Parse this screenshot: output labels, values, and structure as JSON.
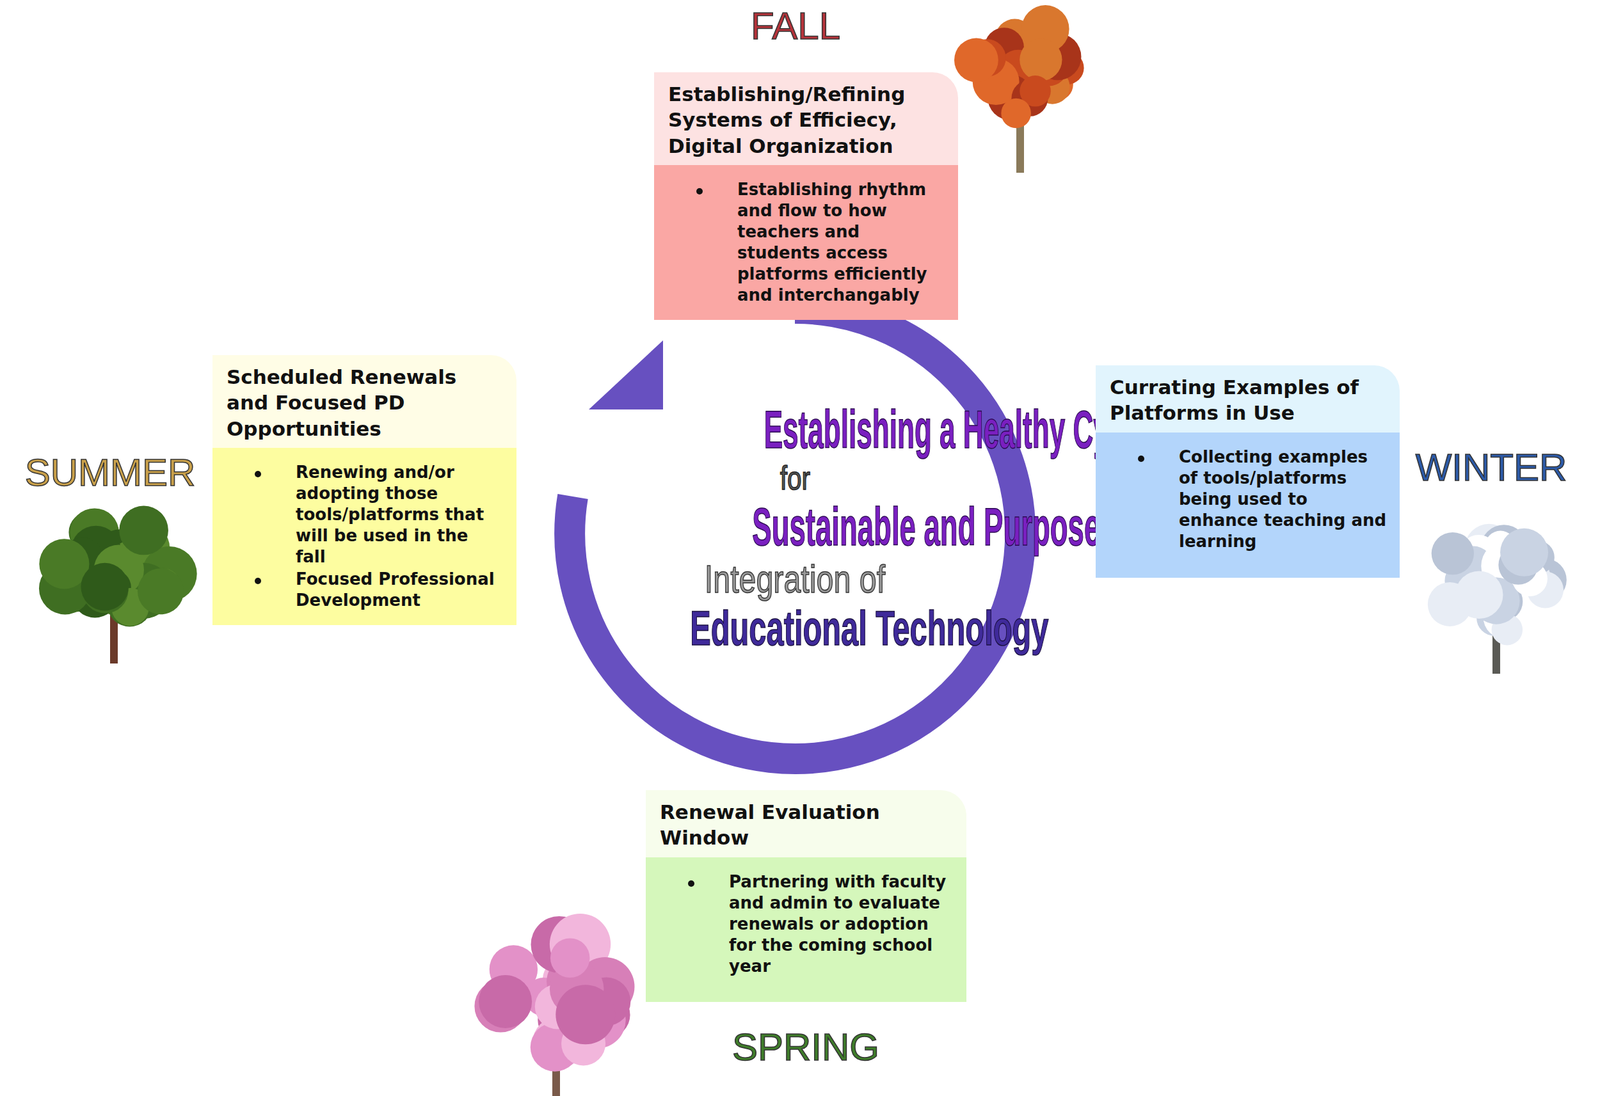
{
  "diagram": {
    "nodes": [
      {
        "text": [
          "Establishing/Refining Systems of Efficiecy, Digital Organization",
          "Establishing rhythm and flow to how teachers and students access platforms efficiently and interchangably"
        ]
      },
      {
        "text": [
          "Scheduled Renewals and Focused PD Opportunities",
          "Renewing and/or adopting those tools/platforms that will be used in the fall",
          "Focused Professional Development"
        ]
      },
      {
        "text": [
          "Establishing a Healthy Cycle",
          "for",
          "Sustainable and Purposeful",
          "Integration of",
          "Educational Technology"
        ]
      },
      {
        "text": [
          "Currating Examples of Platforms in Use",
          "Collecting examples of tools/platforms being used to enhance teaching and learning"
        ]
      },
      {
        "text": [
          "Renewal Evaluation Window",
          "Partnering with faculty and admin  to evaluate renewals or adoption for the coming school year"
        ]
      }
    ],
    "labels": [
      "FALL",
      "SUMMER",
      "WINTER",
      "SPRING"
    ]
  }
}
